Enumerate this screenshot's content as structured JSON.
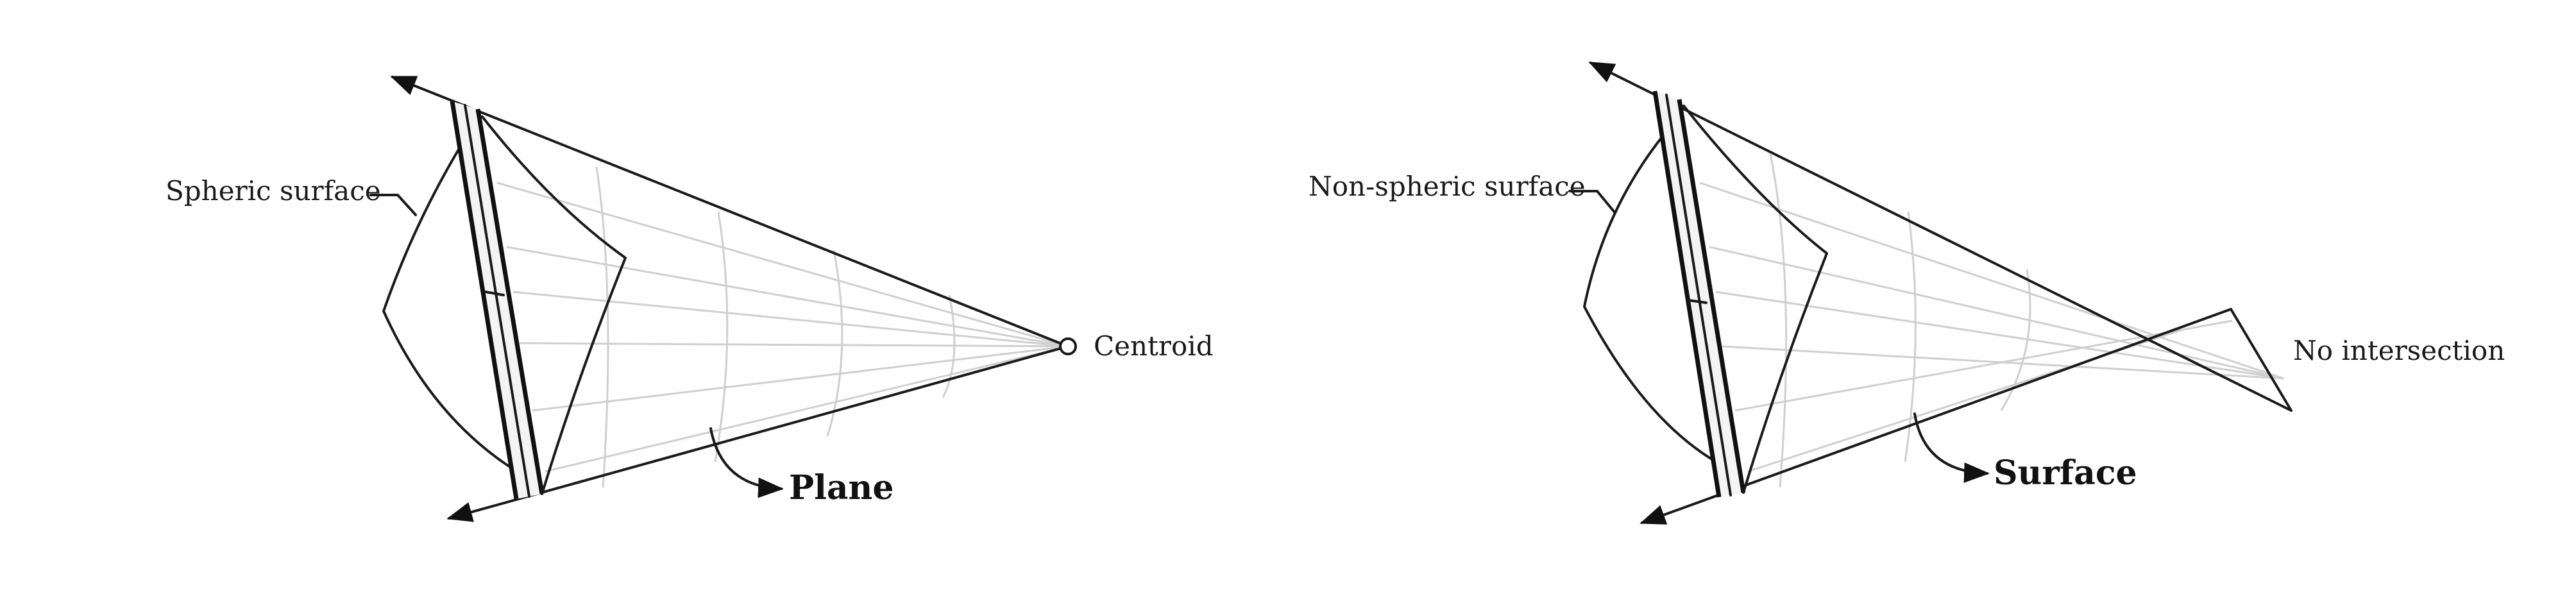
{
  "left_panel": {
    "surface_label": "Spheric surface",
    "point_label": "Centroid",
    "caption": "Plane"
  },
  "right_panel": {
    "surface_label": "Non-spheric surface",
    "point_label": "No intersection",
    "caption": "Surface"
  },
  "colors": {
    "ink": "#1a1a1a",
    "grid": "#cfcfcf",
    "background": "#ffffff"
  }
}
